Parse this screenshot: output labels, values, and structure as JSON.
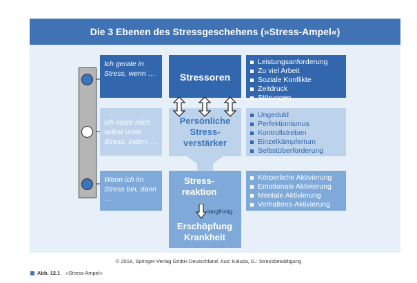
{
  "title": "Die 3 Ebenen des Stressgeschehens (»Stress-Ampel«)",
  "rows": [
    {
      "prompt": "Ich gerate in Stress, wenn …",
      "center": "Stressoren",
      "items": [
        "Leistungsanforderung",
        "Zu viel Arbeit",
        "Soziale Konflikte",
        "Zeitdruck",
        "Störungen"
      ]
    },
    {
      "prompt": "Ich setze mich selbst unter Stress, indem …",
      "center": "Persönliche Stress-verstärker",
      "items": [
        "Ungeduld",
        "Perfektionismus",
        "Kontrollstreben",
        "Einzelkämpfertum",
        "Selbstüberforderung"
      ]
    },
    {
      "prompt": "Wenn ich im Stress bin, dann …",
      "center": "Stress-reaktion",
      "items": [
        "Körperliche Aktivierung",
        "Emotionale Aktivierung",
        "Mentale Aktivierung",
        "Verhaltens-Aktivierung"
      ]
    }
  ],
  "arrow_label": "langfristig",
  "outcome": "Erschöpfung Krankheit",
  "colors": {
    "dark": "#3266ad",
    "mid": "#7ea9d9",
    "light": "#bcd3eb",
    "panel": "#e7f0f8",
    "title_bar": "#3f73b6"
  },
  "credit": "© 2018, Springer-Verlag GmbH Deutschland. Aus: Kaluza, G.: Stressbewältigung",
  "caption": {
    "label": "Abb. 12.1",
    "text": "»Stress-Ampel«"
  }
}
